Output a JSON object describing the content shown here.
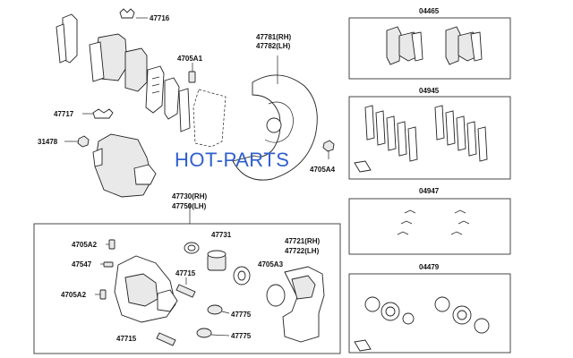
{
  "labels": {
    "p47716": "47716",
    "p4705A1": "4705A1",
    "p47781": "47781(RH)",
    "p47782": "47782(LH)",
    "p47717": "47717",
    "p31478": "31478",
    "p4705A4": "4705A4",
    "p47730": "47730(RH)",
    "p47750": "47750(LH)",
    "p4705A2_top": "4705A2",
    "p47731": "47731",
    "p47721": "47721(RH)",
    "p47722": "47722(LH)",
    "p47547": "47547",
    "p47715_top": "47715",
    "p4705A3": "4705A3",
    "p4705A2_bot": "4705A2",
    "p47775_top": "47775",
    "p47715_bot": "47715",
    "p47775_bot": "47775"
  },
  "kits": {
    "k04465": "04465",
    "k04945": "04945",
    "k04947": "04947",
    "k04479": "04479"
  },
  "watermark": "HOT-PARTS"
}
